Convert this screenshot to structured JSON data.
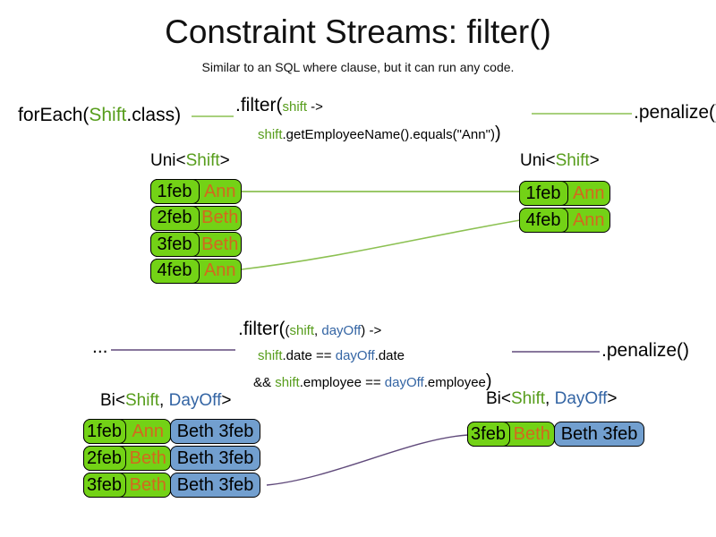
{
  "title": "Constraint Streams: filter()",
  "subtitle": "Similar to an SQL where clause, but it can run any code.",
  "colors": {
    "shift_fill_green": "#73d216",
    "dayoff_fill_blue": "#729fcf",
    "type_text_green": "#579d1c",
    "type_text_blue": "#3465a4",
    "employee_text_orange": "#d2691e",
    "connector_green": "#8cc152",
    "connector_purple": "#604a7b"
  },
  "uni": {
    "foreach_pre": "forEach(",
    "foreach_type": "Shift",
    "foreach_post": ".class)",
    "filter_method": ".filter(",
    "filter_param": "shift",
    "filter_arrow": " ->",
    "body_param": "shift",
    "body_rest": ".getEmployeeName().equals(\"Ann\")",
    "body_close": ")",
    "penalize": ".penalize()",
    "header_pre": "Uni<",
    "header_type": "Shift",
    "header_post": ">",
    "left_rows": [
      {
        "date": "1feb",
        "name": "Ann"
      },
      {
        "date": "2feb",
        "name": "Beth"
      },
      {
        "date": "3feb",
        "name": "Beth"
      },
      {
        "date": "4feb",
        "name": "Ann"
      }
    ],
    "right_rows": [
      {
        "date": "1feb",
        "name": "Ann"
      },
      {
        "date": "4feb",
        "name": "Ann"
      }
    ]
  },
  "bi": {
    "source": "...",
    "filter_method": ".filter(",
    "sig_open": "(",
    "sig_param1": "shift",
    "sig_comma": ", ",
    "sig_param2": "dayOff",
    "sig_close": ")",
    "sig_arrow": " ->",
    "body1_param1": "shift",
    "body1_mid": ".date == ",
    "body1_param2": "dayOff",
    "body1_end": ".date",
    "body2_amp": "&& ",
    "body2_param1": "shift",
    "body2_mid": ".employee == ",
    "body2_param2": "dayOff",
    "body2_end": ".employee",
    "body2_close": ")",
    "penalize": ".penalize()",
    "header_pre": "Bi<",
    "header_type1": "Shift",
    "header_sep": ", ",
    "header_type2": "DayOff",
    "header_post": ">",
    "left_rows": [
      {
        "date": "1feb",
        "name": "Ann",
        "dayoff": "Beth 3feb"
      },
      {
        "date": "2feb",
        "name": "Beth",
        "dayoff": "Beth 3feb"
      },
      {
        "date": "3feb",
        "name": "Beth",
        "dayoff": "Beth 3feb"
      }
    ],
    "right_rows": [
      {
        "date": "3feb",
        "name": "Beth",
        "dayoff": "Beth 3feb"
      }
    ]
  }
}
